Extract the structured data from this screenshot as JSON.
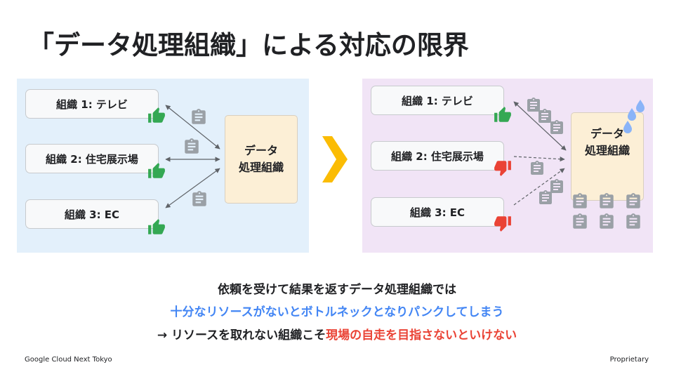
{
  "title": "「データ処理組織」による対応の限界",
  "orgs": [
    {
      "label": "組織 1: テレビ"
    },
    {
      "label": "組織 2: 住宅展示場"
    },
    {
      "label": "組織 3: EC"
    }
  ],
  "data_team": {
    "line1": "データ",
    "line2": "処理組織"
  },
  "messages": {
    "line1": "依頼を受けて結果を返すデータ処理組織では",
    "line2": "十分なリソースがないとボトルネックとなりパンクしてしまう",
    "line3_prefix": "→ リソースを取れない組織こそ",
    "line3_highlight": "現場の自走を目指さないといけない"
  },
  "footer": {
    "left": "Google Cloud Next Tokyo",
    "right": "Proprietary"
  },
  "colors": {
    "left_panel": "#e3f0fb",
    "right_panel": "#f1e4f6",
    "thumb_up": "#34a853",
    "thumb_down": "#ea4335",
    "arrow": "#fbbc04",
    "blue_text": "#4285f4",
    "red_text": "#ea4335"
  },
  "icons": [
    "thumb-up-icon",
    "thumb-down-icon",
    "clipboard-icon",
    "water-drops-icon",
    "right-arrow-icon"
  ]
}
